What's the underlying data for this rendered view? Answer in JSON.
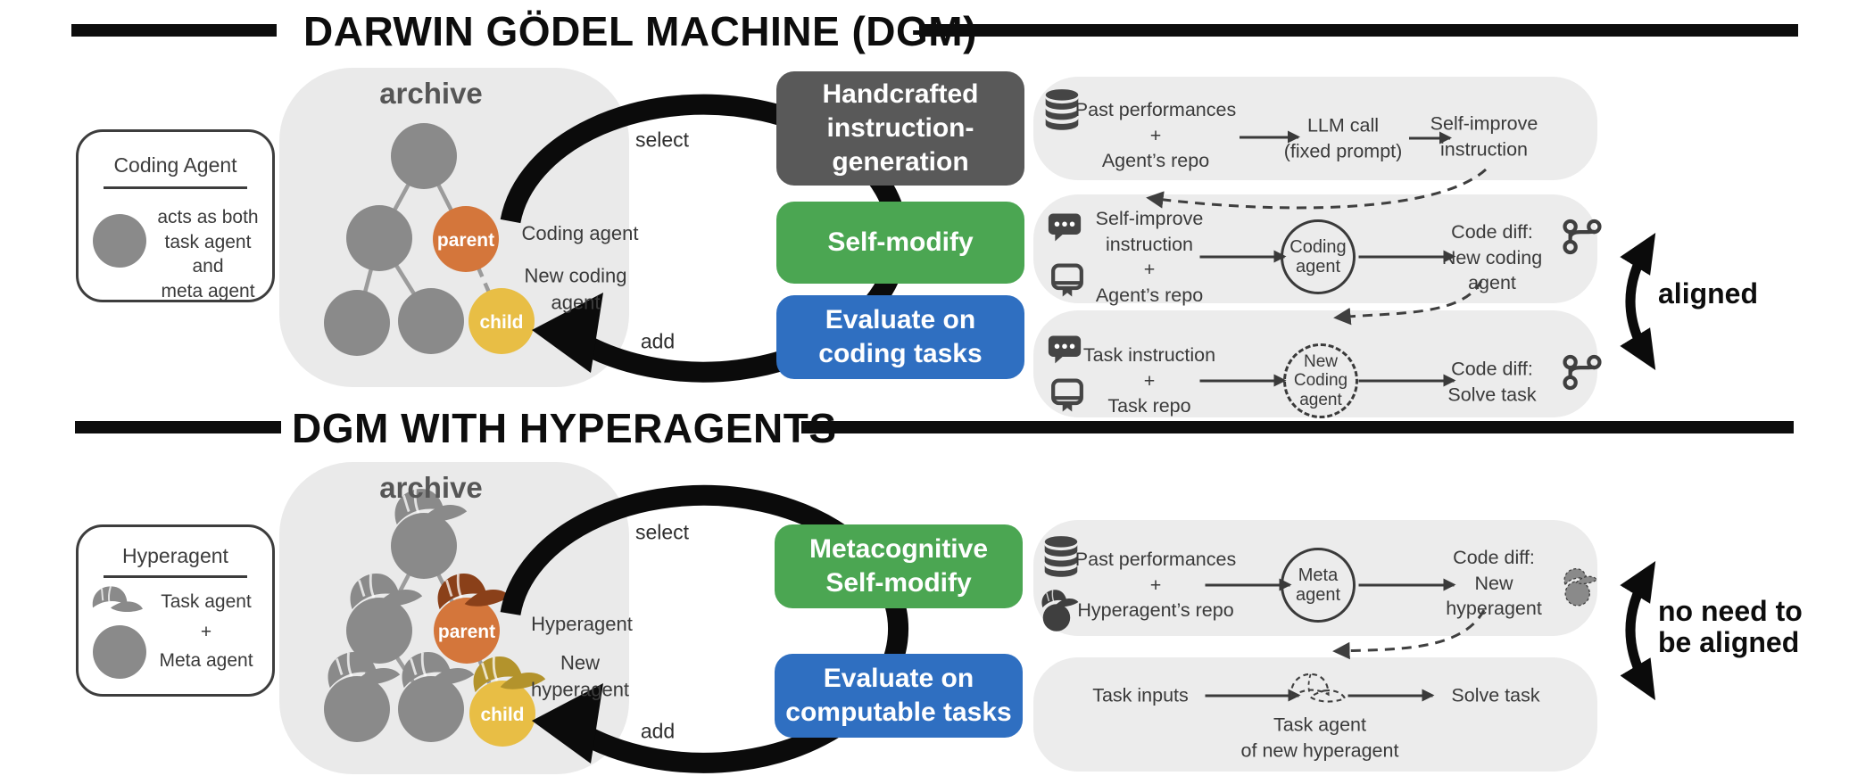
{
  "palette": {
    "step_gray": "#595959",
    "step_green": "#4BA652",
    "step_blue": "#2F6FC1",
    "parent_orange": "#D4763B",
    "child_yellow": "#E8BE45",
    "agent_gray": "#8A8A8A",
    "parent_cap_brown": "#8A4019",
    "child_cap_mustard": "#B3932C",
    "panel_bg": "#ECECEC",
    "archive_bg": "#EAEAEA",
    "ink": "#3A3A3A"
  },
  "dgm": {
    "title": "DARWIN GÖDEL MACHINE (DGM)",
    "legend": {
      "title": "Coding Agent",
      "desc": [
        "acts as both",
        "task agent and",
        "meta agent"
      ]
    },
    "archive": {
      "label": "archive",
      "parent": "parent",
      "child": "child",
      "select": "select",
      "add": "add",
      "parent_note": "Coding agent",
      "child_note": [
        "New coding",
        "agent"
      ]
    },
    "steps": {
      "handcrafted": [
        "Handcrafted",
        "instruction-",
        "generation"
      ],
      "self_modify": "Self-modify",
      "evaluate": [
        "Evaluate on",
        "coding tasks"
      ]
    },
    "flow1": {
      "input": [
        "Past performances",
        "+",
        "Agent’s repo"
      ],
      "process": [
        "LLM call",
        "(fixed prompt)"
      ],
      "output": [
        "Self-improve",
        "instruction"
      ]
    },
    "flow2": {
      "input": [
        "Self-improve",
        "instruction",
        "+",
        "Agent’s repo"
      ],
      "agent": [
        "Coding",
        "agent"
      ],
      "output": [
        "Code diff:",
        "New coding agent"
      ]
    },
    "flow3": {
      "input": [
        "Task instruction",
        "+",
        "Task repo"
      ],
      "agent": [
        "New",
        "Coding",
        "agent"
      ],
      "output": [
        "Code diff:",
        "Solve task"
      ]
    },
    "alignment": "aligned"
  },
  "hyper": {
    "title": "DGM WITH HYPERAGENTS",
    "legend": {
      "title": "Hyperagent",
      "task": "Task agent",
      "plus": "+",
      "meta": "Meta agent"
    },
    "archive": {
      "label": "archive",
      "parent": "parent",
      "child": "child",
      "select": "select",
      "add": "add",
      "parent_note": "Hyperagent",
      "child_note": [
        "New",
        "hyperagent"
      ]
    },
    "steps": {
      "meta_modify": [
        "Metacognitive",
        "Self-modify"
      ],
      "evaluate": [
        "Evaluate on",
        "computable tasks"
      ]
    },
    "flow1": {
      "input": [
        "Past performances",
        "+",
        "Hyperagent’s repo"
      ],
      "agent": [
        "Meta",
        "agent"
      ],
      "output": [
        "Code diff:",
        "New hyperagent"
      ]
    },
    "flow2": {
      "input": "Task inputs",
      "output": "Solve task",
      "caption": [
        "Task agent",
        "of new hyperagent"
      ]
    },
    "alignment": [
      "no need to",
      "be aligned"
    ]
  }
}
